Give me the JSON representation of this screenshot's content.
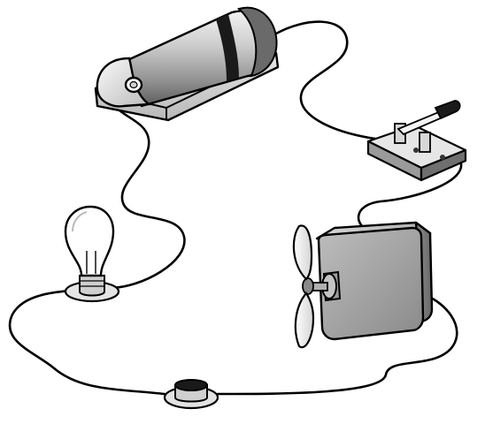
{
  "colors": {
    "background": "#ffffff",
    "outline": "#000000",
    "metal_light": "#eeeeee",
    "metal_mid": "#bdbdbd",
    "metal_dark": "#7a7a7a",
    "motor_body": "#a3a3a3",
    "bulb_glass": "#ffffff"
  },
  "components": [
    {
      "id": "battery",
      "icon": "battery-cell-icon"
    },
    {
      "id": "knife-switch",
      "icon": "knife-switch-icon"
    },
    {
      "id": "light-bulb",
      "icon": "light-bulb-icon"
    },
    {
      "id": "electric-motor",
      "icon": "motor-with-fan-icon"
    },
    {
      "id": "socket",
      "icon": "empty-socket-icon"
    }
  ]
}
